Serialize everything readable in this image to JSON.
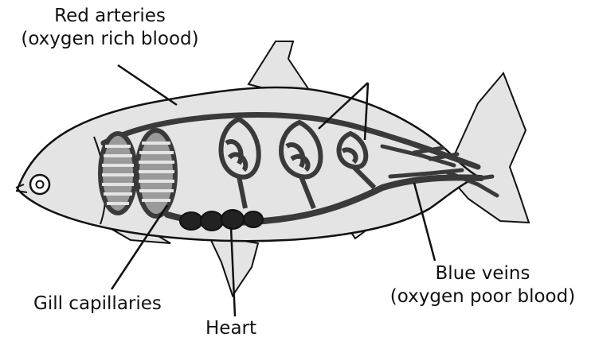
{
  "labels": {
    "arteries_line1": "Red arteries",
    "arteries_line2": "(oxygen rich blood)",
    "gill": "Gill capillaries",
    "heart": "Heart",
    "veins_line1": "Blue veins",
    "veins_line2": "(oxygen poor blood)"
  },
  "colors": {
    "fish_fill": "#e4e4e4",
    "outline": "#111111",
    "vessel": "#3a3a3a",
    "gill_fill": "#9a9a9a",
    "heart_fill": "#222222"
  }
}
